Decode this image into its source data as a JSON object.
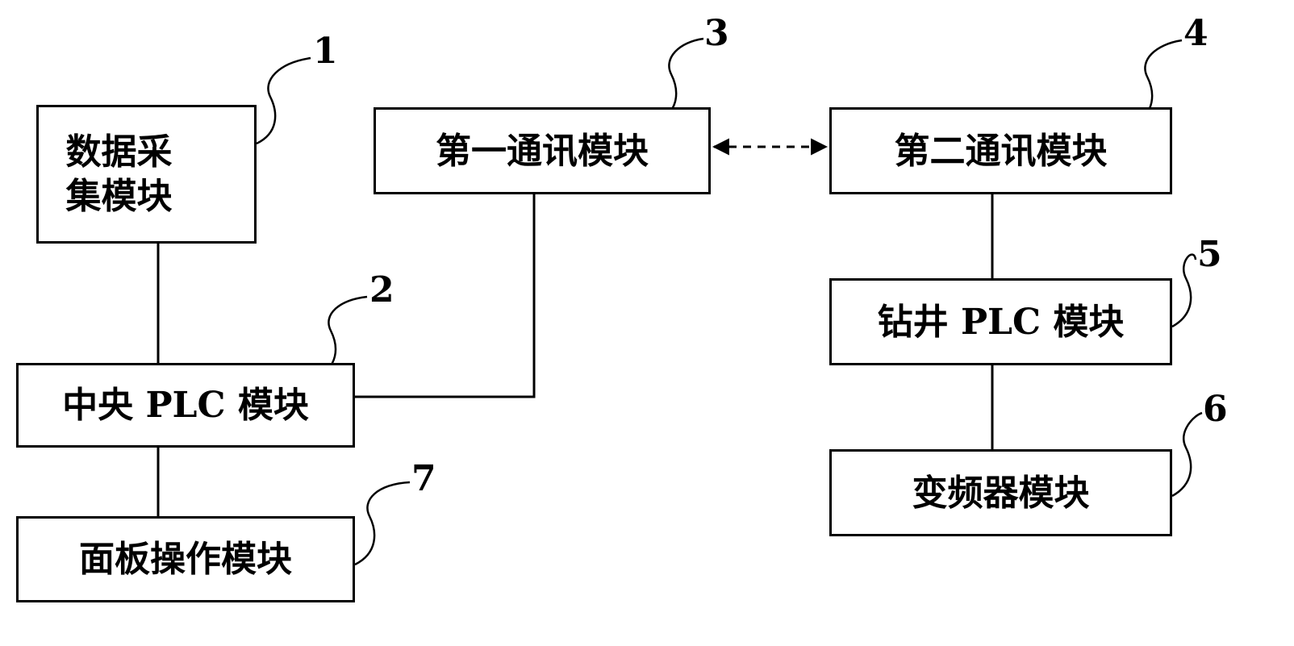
{
  "modules": [
    {
      "id": "m1",
      "ref": "1",
      "label_lines": [
        "数据采",
        "集模块"
      ]
    },
    {
      "id": "m2",
      "ref": "2",
      "label_lines": [
        "中央 PLC 模块"
      ]
    },
    {
      "id": "m3",
      "ref": "3",
      "label_lines": [
        "第一通讯模块"
      ]
    },
    {
      "id": "m4",
      "ref": "4",
      "label_lines": [
        "第二通讯模块"
      ]
    },
    {
      "id": "m5",
      "ref": "5",
      "label_lines": [
        "钻井 PLC 模块"
      ]
    },
    {
      "id": "m6",
      "ref": "6",
      "label_lines": [
        "变频器模块"
      ]
    },
    {
      "id": "m7",
      "ref": "7",
      "label_lines": [
        "面板操作模块"
      ]
    }
  ],
  "connections": [
    {
      "from": "1",
      "to": "2",
      "style": "solid"
    },
    {
      "from": "2",
      "to": "7",
      "style": "solid"
    },
    {
      "from": "2",
      "to": "3",
      "style": "solid"
    },
    {
      "from": "3",
      "to": "4",
      "style": "dashed-bidirectional"
    },
    {
      "from": "4",
      "to": "5",
      "style": "solid"
    },
    {
      "from": "5",
      "to": "6",
      "style": "solid"
    }
  ],
  "line_color": "#000000"
}
